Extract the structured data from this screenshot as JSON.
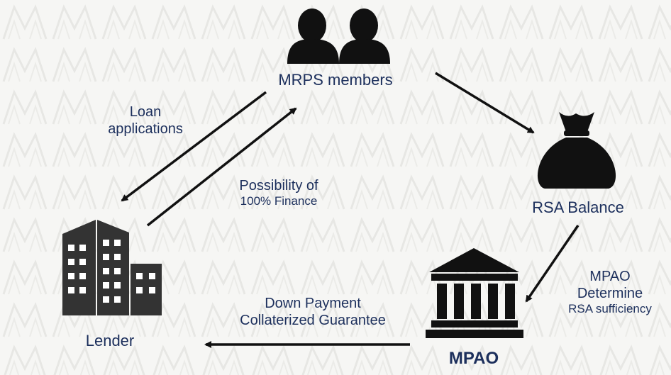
{
  "nodes": {
    "members": {
      "label": "MRPS members",
      "icon": "people-icon"
    },
    "rsa": {
      "label": "RSA Balance",
      "icon": "money-bag-icon"
    },
    "mpao": {
      "label": "MPAO",
      "icon": "bank-building-icon"
    },
    "lender": {
      "label": "Lender",
      "icon": "office-buildings-icon"
    }
  },
  "edges": {
    "loan_applications": {
      "line1": "Loan",
      "line2": "applications"
    },
    "finance": {
      "line1": "Possibility of",
      "line2": "100% Finance"
    },
    "determine": {
      "line1": "MPAO",
      "line2": "Determine",
      "line3": "RSA sufficiency"
    },
    "guarantee": {
      "line1": "Down Payment",
      "line2": "Collaterized Guarantee"
    }
  },
  "colors": {
    "label_text": "#1c2f5c",
    "icon_fill": "#111111",
    "arrow": "#111111",
    "background": "#f6f6f4",
    "pattern": "#e9e9e6"
  }
}
